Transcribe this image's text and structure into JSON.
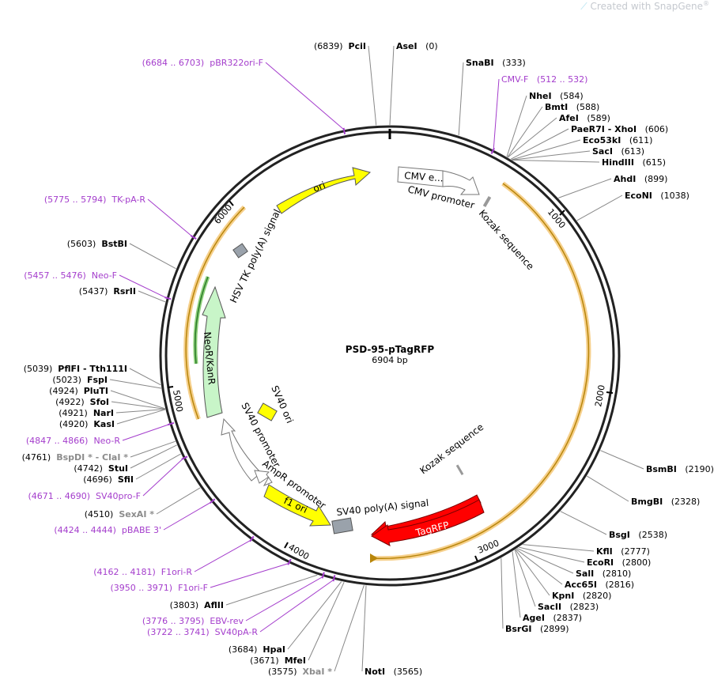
{
  "watermark": {
    "prefix": "Created with",
    "brand": "SnapGene",
    "reg": "®"
  },
  "plasmid": {
    "name": "PSD-95-pTagRFP",
    "size_label": "6904 bp",
    "length": 6904
  },
  "ticks": [
    "1000",
    "2000",
    "3000",
    "4000",
    "5000",
    "6000"
  ],
  "colors": {
    "primer": "#a43dcc",
    "gray_site": "#8c8c8c",
    "ori": "#ffff00",
    "rfp": "#ff0000",
    "neo": "#c8f5c8",
    "orange_band": "#f5c878"
  },
  "sites": [
    {
      "name": "PciI",
      "num": "(6839)",
      "pos": 6839,
      "style": "enzyme",
      "side": "L"
    },
    {
      "name": "AseI",
      "num": "(0)",
      "pos": 0,
      "style": "enzyme",
      "side": "R"
    },
    {
      "name": "SnaBI",
      "num": "(333)",
      "pos": 333,
      "style": "enzyme",
      "side": "R"
    },
    {
      "name": "CMV-F",
      "num": "(512 .. 532)",
      "pos": 512,
      "style": "primer",
      "side": "R"
    },
    {
      "name": "NheI",
      "num": "(584)",
      "pos": 584,
      "style": "enzyme",
      "side": "R"
    },
    {
      "name": "BmtI",
      "num": "(588)",
      "pos": 588,
      "style": "enzyme",
      "side": "R"
    },
    {
      "name": "AfeI",
      "num": "(589)",
      "pos": 589,
      "style": "enzyme",
      "side": "R"
    },
    {
      "name": "PaeR7I - XhoI",
      "num": "(606)",
      "pos": 606,
      "style": "enzyme",
      "side": "R"
    },
    {
      "name": "Eco53kI",
      "num": "(611)",
      "pos": 611,
      "style": "enzyme",
      "side": "R"
    },
    {
      "name": "SacI",
      "num": "(613)",
      "pos": 613,
      "style": "enzyme",
      "side": "R"
    },
    {
      "name": "HindIII",
      "num": "(615)",
      "pos": 615,
      "style": "enzyme",
      "side": "R"
    },
    {
      "name": "AhdI",
      "num": "(899)",
      "pos": 899,
      "style": "enzyme",
      "side": "R"
    },
    {
      "name": "EcoNI",
      "num": "(1038)",
      "pos": 1038,
      "style": "enzyme",
      "side": "R"
    },
    {
      "name": "BsmBI",
      "num": "(2190)",
      "pos": 2190,
      "style": "enzyme",
      "side": "R"
    },
    {
      "name": "BmgBI",
      "num": "(2328)",
      "pos": 2328,
      "style": "enzyme",
      "side": "R"
    },
    {
      "name": "BsgI",
      "num": "(2538)",
      "pos": 2538,
      "style": "enzyme",
      "side": "R"
    },
    {
      "name": "KflI",
      "num": "(2777)",
      "pos": 2777,
      "style": "enzyme",
      "side": "R"
    },
    {
      "name": "EcoRI",
      "num": "(2800)",
      "pos": 2800,
      "style": "enzyme",
      "side": "R"
    },
    {
      "name": "SalI",
      "num": "(2810)",
      "pos": 2810,
      "style": "enzyme",
      "side": "R"
    },
    {
      "name": "Acc65I",
      "num": "(2816)",
      "pos": 2816,
      "style": "enzyme",
      "side": "R"
    },
    {
      "name": "KpnI",
      "num": "(2820)",
      "pos": 2820,
      "style": "enzyme",
      "side": "R"
    },
    {
      "name": "SacII",
      "num": "(2823)",
      "pos": 2823,
      "style": "enzyme",
      "side": "R"
    },
    {
      "name": "AgeI",
      "num": "(2837)",
      "pos": 2837,
      "style": "enzyme",
      "side": "R"
    },
    {
      "name": "BsrGI",
      "num": "(2899)",
      "pos": 2899,
      "style": "enzyme",
      "side": "R"
    },
    {
      "name": "NotI",
      "num": "(3565)",
      "pos": 3565,
      "style": "enzyme",
      "side": "R"
    },
    {
      "name": "XbaI *",
      "num": "(3575)",
      "pos": 3575,
      "style": "gray",
      "side": "L"
    },
    {
      "name": "MfeI",
      "num": "(3671)",
      "pos": 3671,
      "style": "enzyme",
      "side": "L"
    },
    {
      "name": "HpaI",
      "num": "(3684)",
      "pos": 3684,
      "style": "enzyme",
      "side": "L"
    },
    {
      "name": "SV40pA-R",
      "num": "(3722 .. 3741)",
      "pos": 3722,
      "style": "primer",
      "side": "L"
    },
    {
      "name": "EBV-rev",
      "num": "(3776 .. 3795)",
      "pos": 3776,
      "style": "primer",
      "side": "L"
    },
    {
      "name": "AflII",
      "num": "(3803)",
      "pos": 3803,
      "style": "enzyme",
      "side": "L"
    },
    {
      "name": "F1ori-F",
      "num": "(3950 .. 3971)",
      "pos": 3950,
      "style": "primer",
      "side": "L"
    },
    {
      "name": "F1ori-R",
      "num": "(4162 .. 4181)",
      "pos": 4162,
      "style": "primer",
      "side": "L"
    },
    {
      "name": "pBABE 3'",
      "num": "(4424 .. 4444)",
      "pos": 4424,
      "style": "primer",
      "side": "L"
    },
    {
      "name": "SexAI *",
      "num": "(4510)",
      "pos": 4510,
      "style": "gray",
      "side": "L"
    },
    {
      "name": "SV40pro-F",
      "num": "(4671 .. 4690)",
      "pos": 4671,
      "style": "primer",
      "side": "L"
    },
    {
      "name": "SfiI",
      "num": "(4696)",
      "pos": 4696,
      "style": "enzyme",
      "side": "L"
    },
    {
      "name": "StuI",
      "num": "(4742)",
      "pos": 4742,
      "style": "enzyme",
      "side": "L"
    },
    {
      "name": "BspDI * - ClaI *",
      "num": "(4761)",
      "pos": 4761,
      "style": "gray",
      "side": "L"
    },
    {
      "name": "Neo-R",
      "num": "(4847 .. 4866)",
      "pos": 4847,
      "style": "primer",
      "side": "L"
    },
    {
      "name": "KasI",
      "num": "(4920)",
      "pos": 4920,
      "style": "enzyme",
      "side": "L"
    },
    {
      "name": "NarI",
      "num": "(4921)",
      "pos": 4921,
      "style": "enzyme",
      "side": "L"
    },
    {
      "name": "SfoI",
      "num": "(4922)",
      "pos": 4922,
      "style": "enzyme",
      "side": "L"
    },
    {
      "name": "PluTI",
      "num": "(4924)",
      "pos": 4924,
      "style": "enzyme",
      "side": "L"
    },
    {
      "name": "FspI",
      "num": "(5023)",
      "pos": 5023,
      "style": "enzyme",
      "side": "L"
    },
    {
      "name": "PflFI - Tth111I",
      "num": "(5039)",
      "pos": 5039,
      "style": "enzyme",
      "side": "L"
    },
    {
      "name": "RsrII",
      "num": "(5437)",
      "pos": 5437,
      "style": "enzyme",
      "side": "L"
    },
    {
      "name": "Neo-F",
      "num": "(5457 .. 5476)",
      "pos": 5457,
      "style": "primer",
      "side": "L"
    },
    {
      "name": "BstBI",
      "num": "(5603)",
      "pos": 5603,
      "style": "enzyme",
      "side": "L"
    },
    {
      "name": "TK-pA-R",
      "num": "(5775 .. 5794)",
      "pos": 5775,
      "style": "primer",
      "side": "L"
    },
    {
      "name": "pBR322ori-F",
      "num": "(6684 .. 6703)",
      "pos": 6684,
      "style": "primer",
      "side": "L"
    }
  ],
  "features": {
    "ori": "ori",
    "cmv_short": "CMV e...",
    "cmv_promoter": "CMV promoter",
    "kozak1": "Kozak sequence",
    "kozak2": "Kozak sequence",
    "hsv": "HSV TK poly(A) signal",
    "neo": "NeoR/KanR",
    "sv40ori": "SV40 ori",
    "sv40promoter": "SV40 promoter",
    "ampr": "AmpR promoter",
    "f1ori": "f1 ori",
    "sv40polya": "SV40 poly(A) signal",
    "tagrfp": "TagRFP"
  }
}
